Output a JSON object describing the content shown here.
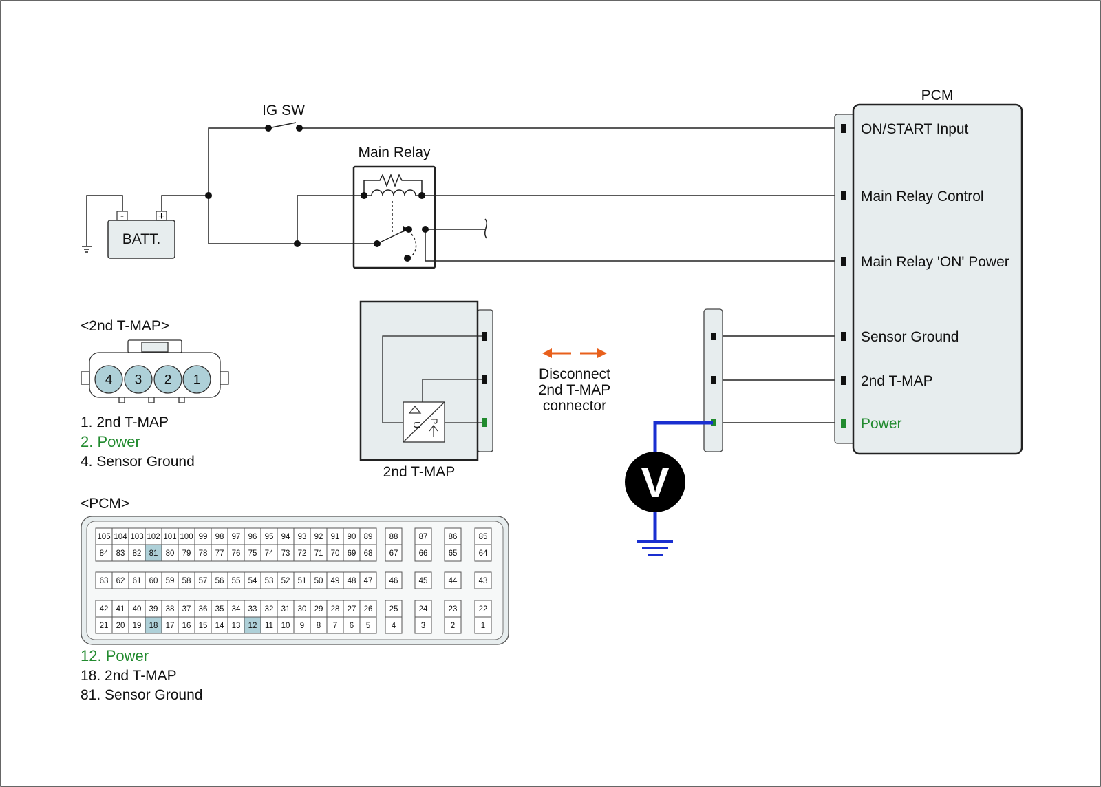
{
  "colors": {
    "green": "#218a2e",
    "blue": "#1a2fd0",
    "orange": "#e8601c",
    "box_fill": "#e7edee",
    "highlight": "#aed0d8"
  },
  "labels": {
    "ig_sw": "IG SW",
    "main_relay": "Main Relay",
    "batt": "BATT.",
    "batt_minus": "-",
    "batt_plus": "+",
    "pcm_title": "PCM",
    "voltmeter": "V",
    "t_map_device": "2nd T-MAP",
    "disconnect": [
      "Disconnect",
      "2nd T-MAP",
      "connector"
    ]
  },
  "pcm_terminals": [
    {
      "label": "ON/START Input",
      "highlight": false
    },
    {
      "label": "Main Relay Control",
      "highlight": false
    },
    {
      "label": "Main Relay 'ON' Power",
      "highlight": false
    },
    {
      "label": "Sensor Ground",
      "highlight": false
    },
    {
      "label": "2nd T-MAP",
      "highlight": false
    },
    {
      "label": "Power",
      "highlight": true
    }
  ],
  "tmap_connector": {
    "title": "<2nd T-MAP>",
    "pins": [
      "4",
      "3",
      "2",
      "1"
    ],
    "legend": [
      {
        "text": "1. 2nd T-MAP",
        "highlight": false
      },
      {
        "text": "2. Power",
        "highlight": true
      },
      {
        "text": "4. Sensor Ground",
        "highlight": false
      }
    ]
  },
  "pcm_connector": {
    "title": "<PCM>",
    "highlighted_pins": [
      "81",
      "18",
      "12"
    ],
    "rows": [
      [
        "105",
        "104",
        "103",
        "102",
        "101",
        "100",
        "99",
        "98",
        "97",
        "96",
        "95",
        "94",
        "93",
        "92",
        "91",
        "90",
        "89"
      ],
      [
        "84",
        "83",
        "82",
        "81",
        "80",
        "79",
        "78",
        "77",
        "76",
        "75",
        "74",
        "73",
        "72",
        "71",
        "70",
        "69",
        "68"
      ],
      [
        "63",
        "62",
        "61",
        "60",
        "59",
        "58",
        "57",
        "56",
        "55",
        "54",
        "53",
        "52",
        "51",
        "50",
        "49",
        "48",
        "47"
      ],
      [
        "42",
        "41",
        "40",
        "39",
        "38",
        "37",
        "36",
        "35",
        "34",
        "33",
        "32",
        "31",
        "30",
        "29",
        "28",
        "27",
        "26"
      ],
      [
        "21",
        "20",
        "19",
        "18",
        "17",
        "16",
        "15",
        "14",
        "13",
        "12",
        "11",
        "10",
        "9",
        "8",
        "7",
        "6",
        "5"
      ]
    ],
    "single_cols": [
      [
        "88",
        "67",
        "46",
        "25",
        "4"
      ],
      [
        "87",
        "66",
        "45",
        "24",
        "3"
      ],
      [
        "86",
        "65",
        "44",
        "23",
        "2"
      ],
      [
        "85",
        "64",
        "43",
        "22",
        "1"
      ]
    ],
    "legend": [
      {
        "text": "12. Power",
        "highlight": true
      },
      {
        "text": "18. 2nd T-MAP",
        "highlight": false
      },
      {
        "text": "81. Sensor Ground",
        "highlight": false
      }
    ]
  }
}
